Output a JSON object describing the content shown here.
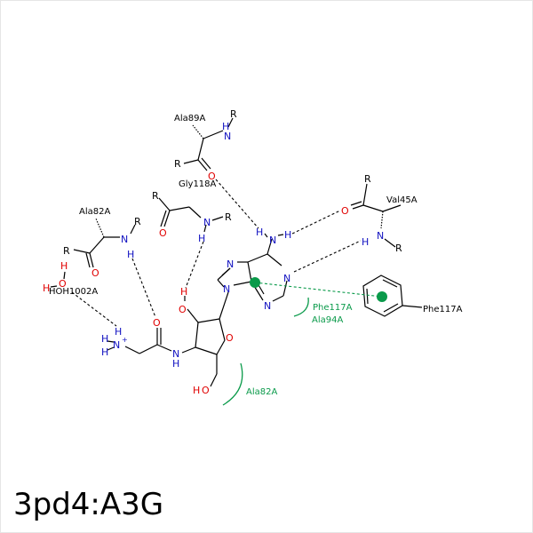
{
  "title": "3pd4:A3G",
  "colors": {
    "bond": "#000000",
    "nitrogen": "#1010c0",
    "oxygen": "#e00000",
    "interaction": "#0a9a4a"
  },
  "residues": {
    "ala89": "Ala89A",
    "gly118": "Gly118A",
    "ala82_top": "Ala82A",
    "hoh1002": "HOH1002A",
    "val45": "Val45A",
    "phe117_contact": "Phe117A",
    "ala94_contact": "Ala94A",
    "ala82_contact": "Ala82A",
    "phe117_ring": "Phe117A"
  },
  "atoms": {
    "R": "R",
    "N": "N",
    "H": "H",
    "O": "O",
    "plus": "+"
  }
}
